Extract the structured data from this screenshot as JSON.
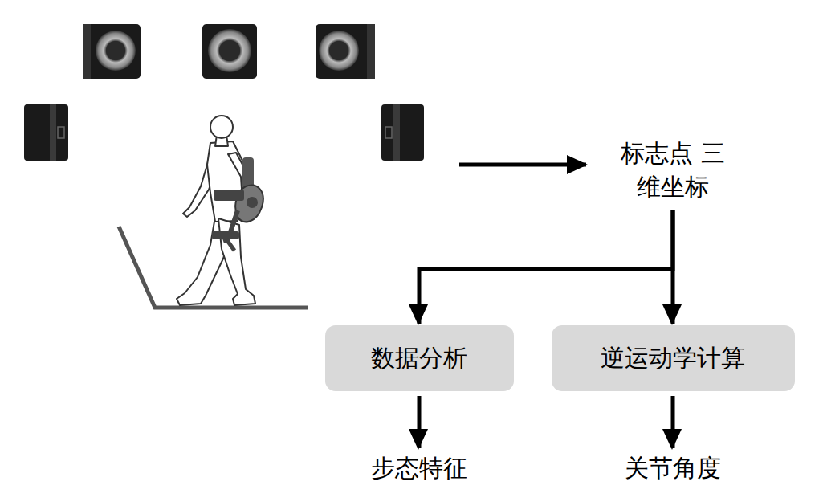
{
  "diagram": {
    "nodes": [
      {
        "text": [
          "标志点 三维坐标"
        ]
      },
      {
        "text": [
          "数据分析"
        ]
      },
      {
        "text": [
          "逆运动学计算"
        ]
      },
      {
        "text": [
          "步态特征"
        ]
      },
      {
        "text": [
          "关节角度"
        ]
      }
    ],
    "edges": [
      {
        "from": 0,
        "to": 1,
        "arrow": "to"
      },
      {
        "from": 0,
        "to": 2,
        "arrow": "to"
      },
      {
        "from": 1,
        "to": 3,
        "arrow": "to"
      },
      {
        "from": 2,
        "to": 4,
        "arrow": "to"
      }
    ]
  }
}
